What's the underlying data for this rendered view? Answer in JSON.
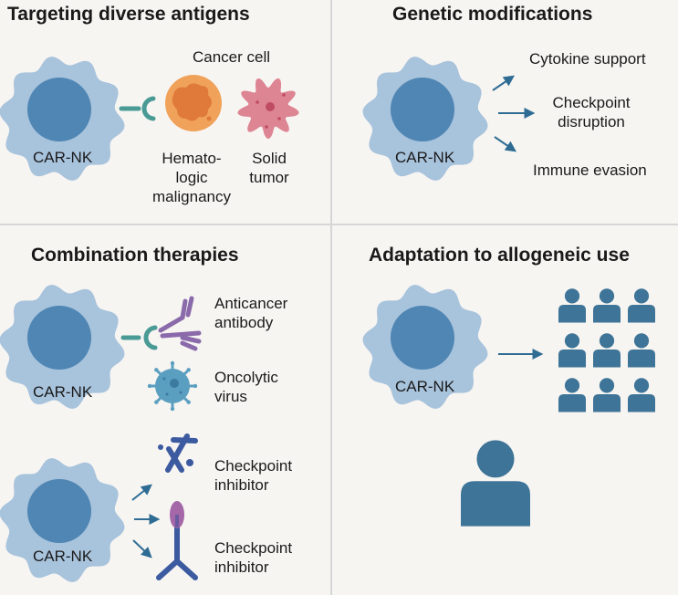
{
  "panels": {
    "targeting": {
      "title": "Targeting diverse antigens",
      "cell_label": "CAR-NK",
      "cancer_cell_label": "Cancer cell",
      "heme_label_1": "Hemato-",
      "heme_label_2": "logic",
      "heme_label_3": "malignancy",
      "solid_label_1": "Solid",
      "solid_label_2": "tumor"
    },
    "genetic": {
      "title": "Genetic modifications",
      "cell_label": "CAR-NK",
      "items": [
        "Cytokine support",
        "Checkpoint",
        "disruption",
        "Immune evasion"
      ]
    },
    "combination": {
      "title": "Combination therapies",
      "cell_label_top": "CAR-NK",
      "cell_label_bottom": "CAR-NK",
      "antibody_1": "Anticancer",
      "antibody_2": "antibody",
      "virus_1": "Oncolytic",
      "virus_2": "virus",
      "checkpoint_a_1": "Checkpoint",
      "checkpoint_a_2": "inhibitor",
      "checkpoint_b_1": "Checkpoint",
      "checkpoint_b_2": "inhibitor"
    },
    "allogeneic": {
      "title": "Adaptation to allogeneic use",
      "cell_label": "CAR-NK",
      "recipient_count": 9
    }
  },
  "colors": {
    "background": "#f7f5f2",
    "cell_outer": "#a8c3dc",
    "cell_nucleus": "#4f86b4",
    "receptor": "#4a9a95",
    "heme_cell": "#f0a25a",
    "heme_nucleus": "#e07a3a",
    "solid_tumor": "#dd8593",
    "solid_dots": "#c04c62",
    "antibody": "#8a6aaa",
    "virus": "#5a9ec0",
    "checkpoint": "#3c5aa0",
    "checkpoint_head": "#a468a8",
    "arrow": "#2f6c94",
    "person": "#3e7497",
    "divider": "#d6d6d6"
  }
}
